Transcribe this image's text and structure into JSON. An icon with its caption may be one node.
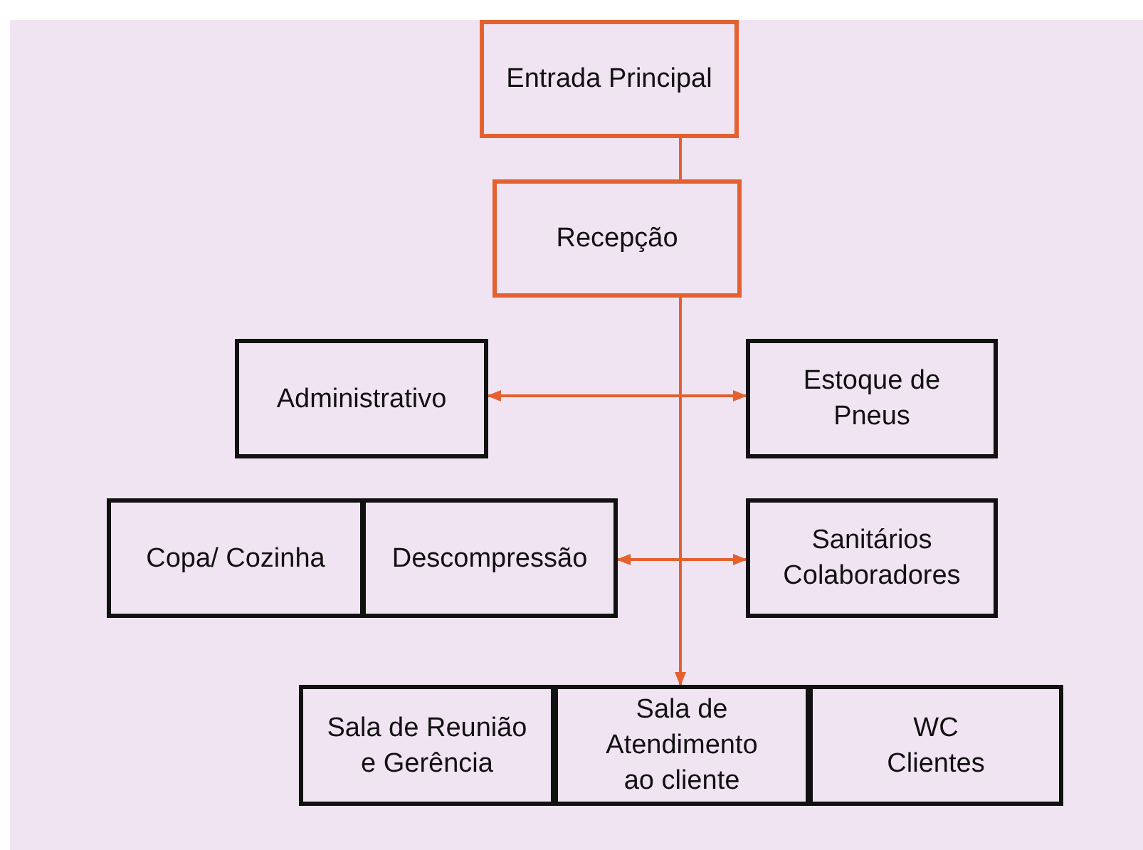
{
  "diagram": {
    "nodes": [
      {
        "text": [
          "Entrada Principal"
        ]
      },
      {
        "text": [
          "Recepção"
        ]
      },
      {
        "text": [
          "Administrativo"
        ]
      },
      {
        "text": [
          "Estoque de Pneus"
        ]
      },
      {
        "text": [
          "Copa/ Cozinha"
        ]
      },
      {
        "text": [
          "Descompressão"
        ]
      },
      {
        "text": [
          "Sanitários Colaboradores"
        ]
      },
      {
        "text": [
          "Sala de Reunião e Gerência"
        ]
      },
      {
        "text": [
          "Sala de Atendimento ao cliente"
        ]
      },
      {
        "text": [
          "WC Clientes"
        ]
      }
    ],
    "edges": [
      {
        "from": 0,
        "to": 1,
        "arrow": "none"
      },
      {
        "from": 1,
        "to": 8,
        "arrow": "to"
      },
      {
        "from": 2,
        "to": 3,
        "arrow": "both"
      },
      {
        "from": 5,
        "to": 6,
        "arrow": "both"
      }
    ]
  }
}
